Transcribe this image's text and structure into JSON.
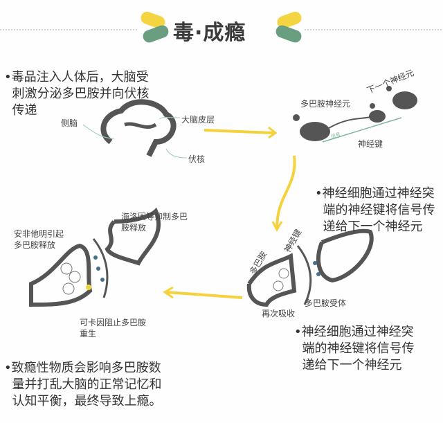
{
  "title": "毒·成瘾",
  "colors": {
    "yellow": "#f5d442",
    "green": "#6a9e80",
    "gray": "#555555",
    "teal_line": "#9cc9c0",
    "arrow": "#f5d23c"
  },
  "step1": {
    "text": "•毒品注入人体后，大脑受\n  刺激分泌多巴胺并向伏核\n  传递",
    "labels": {
      "side_brain": "侧脑",
      "cortex": "大脑皮层",
      "nucleus": "伏核"
    }
  },
  "neurons": {
    "dopamine_neuron": "多巴胺神经元",
    "next_neuron": "下一个神经元",
    "synapse": "神经键",
    "signal": "信号"
  },
  "step2": {
    "text": "•神经细胞通过神经突\n  端的神经键将信号传\n  递给下一个神经元"
  },
  "synapse_mid": {
    "dopamine": "多巴胺",
    "synapse": "神经键",
    "reuptake": "再次吸收",
    "receptor": "多巴胺受体"
  },
  "step3": {
    "text": "•神经细胞通过神经突\n  端的神经键将信号传\n  递给下一个神经元"
  },
  "synapse_left": {
    "amphetamine": "安非他明引起\n多巴胺释放",
    "heroin": "海洛因等抑制多巴\n胺释放",
    "cocaine": "可卡因阻止多巴胺\n重生"
  },
  "step4": {
    "text": "•致瘾性物质会影响多巴胺数\n  量并打乱大脑的正常记忆和\n  认知平衡，最终导致上瘾。"
  }
}
